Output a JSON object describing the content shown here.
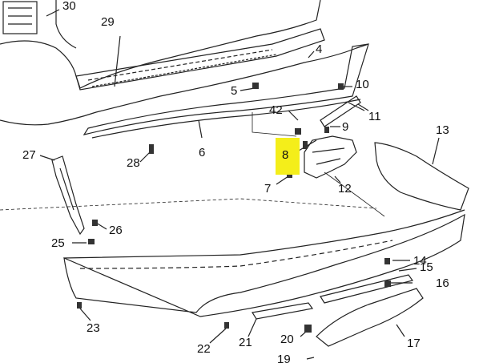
{
  "highlight_color": "#f4ee1a",
  "callouts": {
    "n4": "4",
    "n5": "5",
    "n6": "6",
    "n7": "7",
    "n8": "8",
    "n9": "9",
    "n10": "10",
    "n11": "11",
    "n12": "12",
    "n13": "13",
    "n14": "14",
    "n15": "15",
    "n16": "16",
    "n17": "17",
    "n19": "19",
    "n20": "20",
    "n21": "21",
    "n22": "22",
    "n23": "23",
    "n25": "25",
    "n26": "26",
    "n27": "27",
    "n28": "28",
    "n29": "29",
    "n30": "30",
    "n42": "42"
  },
  "highlighted_callout": "8"
}
